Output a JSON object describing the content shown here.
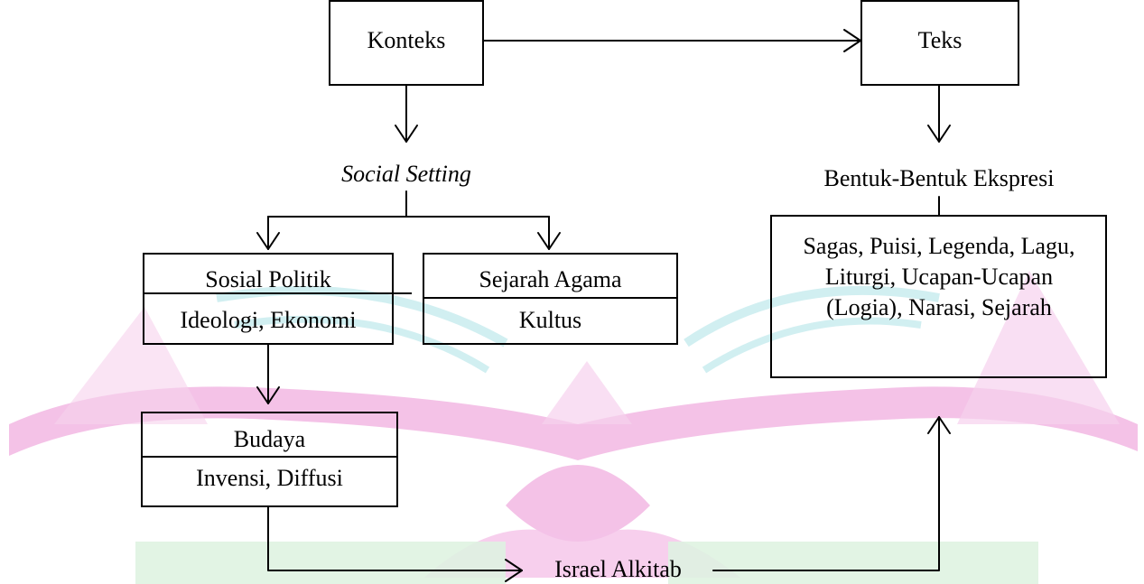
{
  "nodes": {
    "konteks": "Konteks",
    "teks": "Teks",
    "social_setting": "Social Setting",
    "bentuk_ekspresi": "Bentuk-Bentuk Ekspresi",
    "sosial_politik": {
      "title": "Sosial Politik",
      "sub": "Ideologi, Ekonomi"
    },
    "sejarah_agama": {
      "title": "Sejarah Agama",
      "sub": "Kultus"
    },
    "bentuk_list": "Sagas, Puisi, Legenda, Lagu, Liturgi, Ucapan-Ucapan (Logia), Narasi, Sejarah",
    "budaya": {
      "title": "Budaya",
      "sub": "Invensi, Diffusi"
    },
    "israel": "Israel Alkitab"
  },
  "watermark": {
    "colors": {
      "pink": "#f2b8e3",
      "teal": "#c9ecef",
      "green": "#d8f0dc"
    }
  }
}
